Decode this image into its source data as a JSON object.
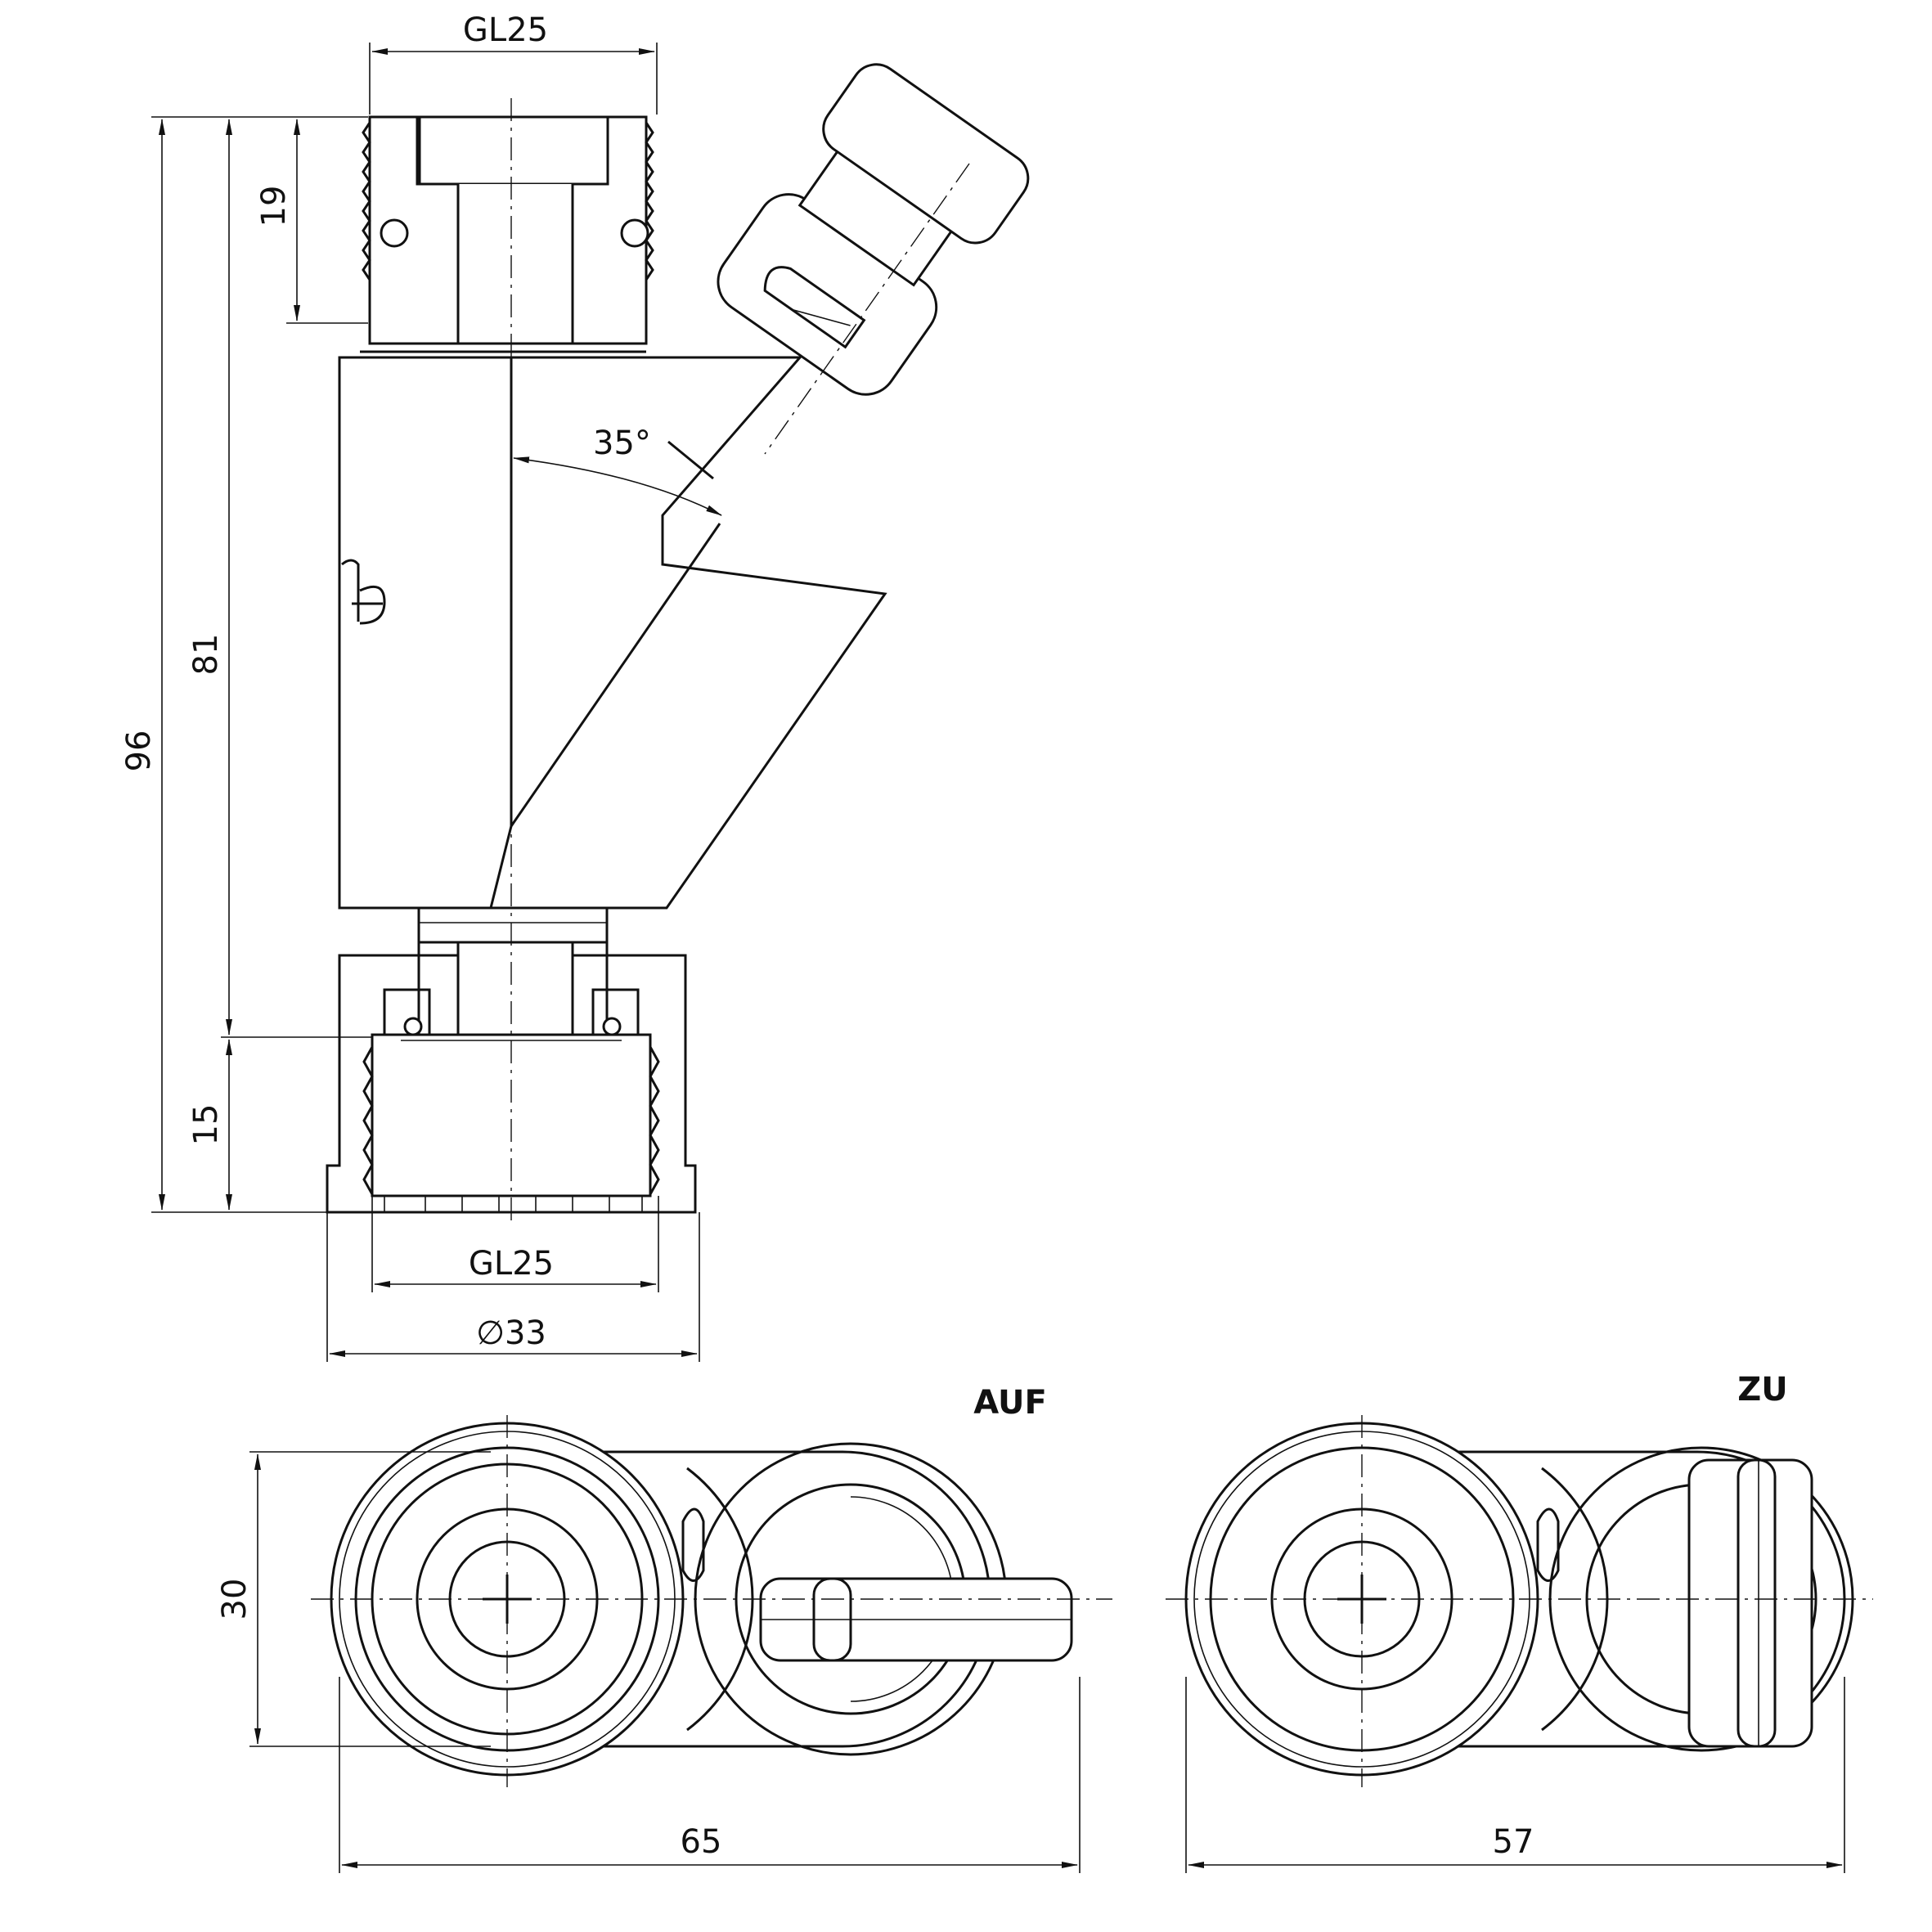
{
  "drawing": {
    "dimensions": {
      "top_thread": "GL25",
      "bottom_thread": "GL25",
      "diameter": "∅33",
      "height_total": "96",
      "height_body": "81",
      "height_top_thread": "19",
      "height_bottom_thread": "15",
      "angle": "35°",
      "width_front": "30",
      "length_open": "65",
      "length_closed": "57"
    },
    "labels": {
      "open": "AUF",
      "closed": "ZU"
    },
    "colors": {
      "line": "#111111",
      "background": "#ffffff"
    },
    "icons": [
      "logo-icon"
    ]
  }
}
